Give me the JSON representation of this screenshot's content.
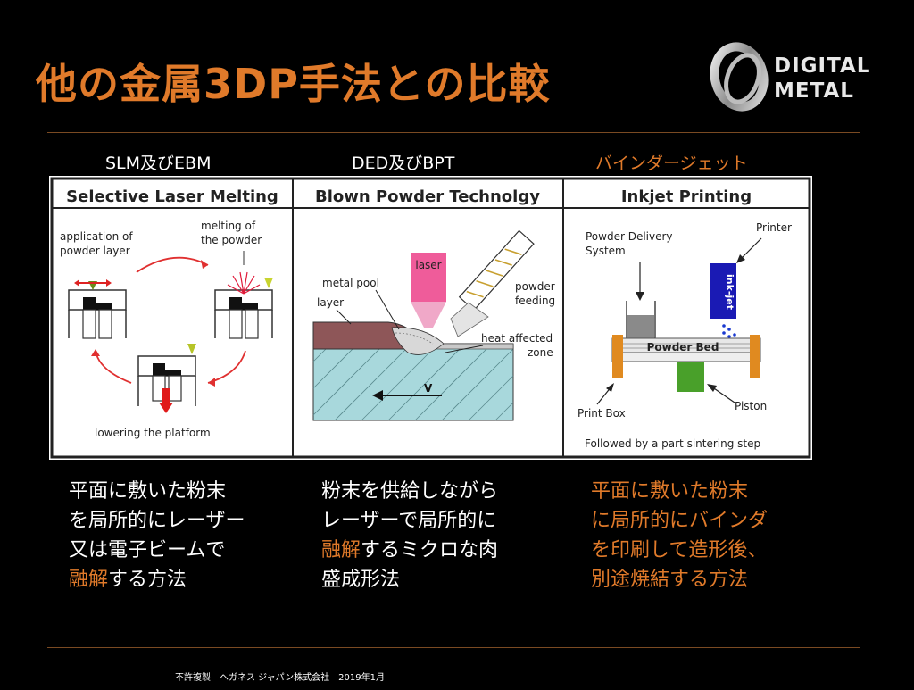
{
  "title": "他の金属3DP手法との比較",
  "logo": {
    "line1": "DIGITAL",
    "line2": "METAL"
  },
  "columns": [
    {
      "heading": "SLM及びEBM",
      "panel_title": "Selective Laser Melting",
      "labels": {
        "application": [
          "application of",
          "powder layer"
        ],
        "melting": [
          "melting of",
          "the powder"
        ],
        "lowering": "lowering the platform"
      }
    },
    {
      "heading": "DED及びBPT",
      "panel_title": "Blown Powder Technolgy",
      "labels": {
        "laser": "laser",
        "metal_pool": "metal pool",
        "layer": "layer",
        "powder_feeding": [
          "powder",
          "feeding"
        ],
        "heat_zone": [
          "heat affected",
          "zone"
        ],
        "velocity": "V"
      }
    },
    {
      "heading": "バインダージェット",
      "heading_color": "#e07a2a",
      "panel_title": "Inkjet Printing",
      "labels": {
        "powder_delivery": [
          "Powder Delivery",
          "System"
        ],
        "printer": "Printer",
        "inkjet": "ink-jet",
        "powder_bed": "Powder Bed",
        "print_box": "Print Box",
        "piston": "Piston",
        "followed": "Followed by a part sintering step"
      }
    }
  ],
  "descriptions": {
    "slm": {
      "line1": "平面に敷いた粉末",
      "line2": "を局所的にレーザー",
      "line3": "又は電子ビームで",
      "line4_highlight": "融解",
      "line4_rest": "する方法"
    },
    "ded": {
      "line1": "粉末を供給しながら",
      "line2": "レーザーで局所的に",
      "line3_highlight": "融解",
      "line3_rest": "するミクロな肉",
      "line4": "盛成形法"
    },
    "binder": {
      "line1": "平面に敷いた粉末",
      "line2": "に局所的にバインダ",
      "line3": "を印刷して造形後、",
      "line4": "別途焼結する方法"
    }
  },
  "footer": "不許複製　ヘガネス ジャパン株式会社　2019年1月"
}
